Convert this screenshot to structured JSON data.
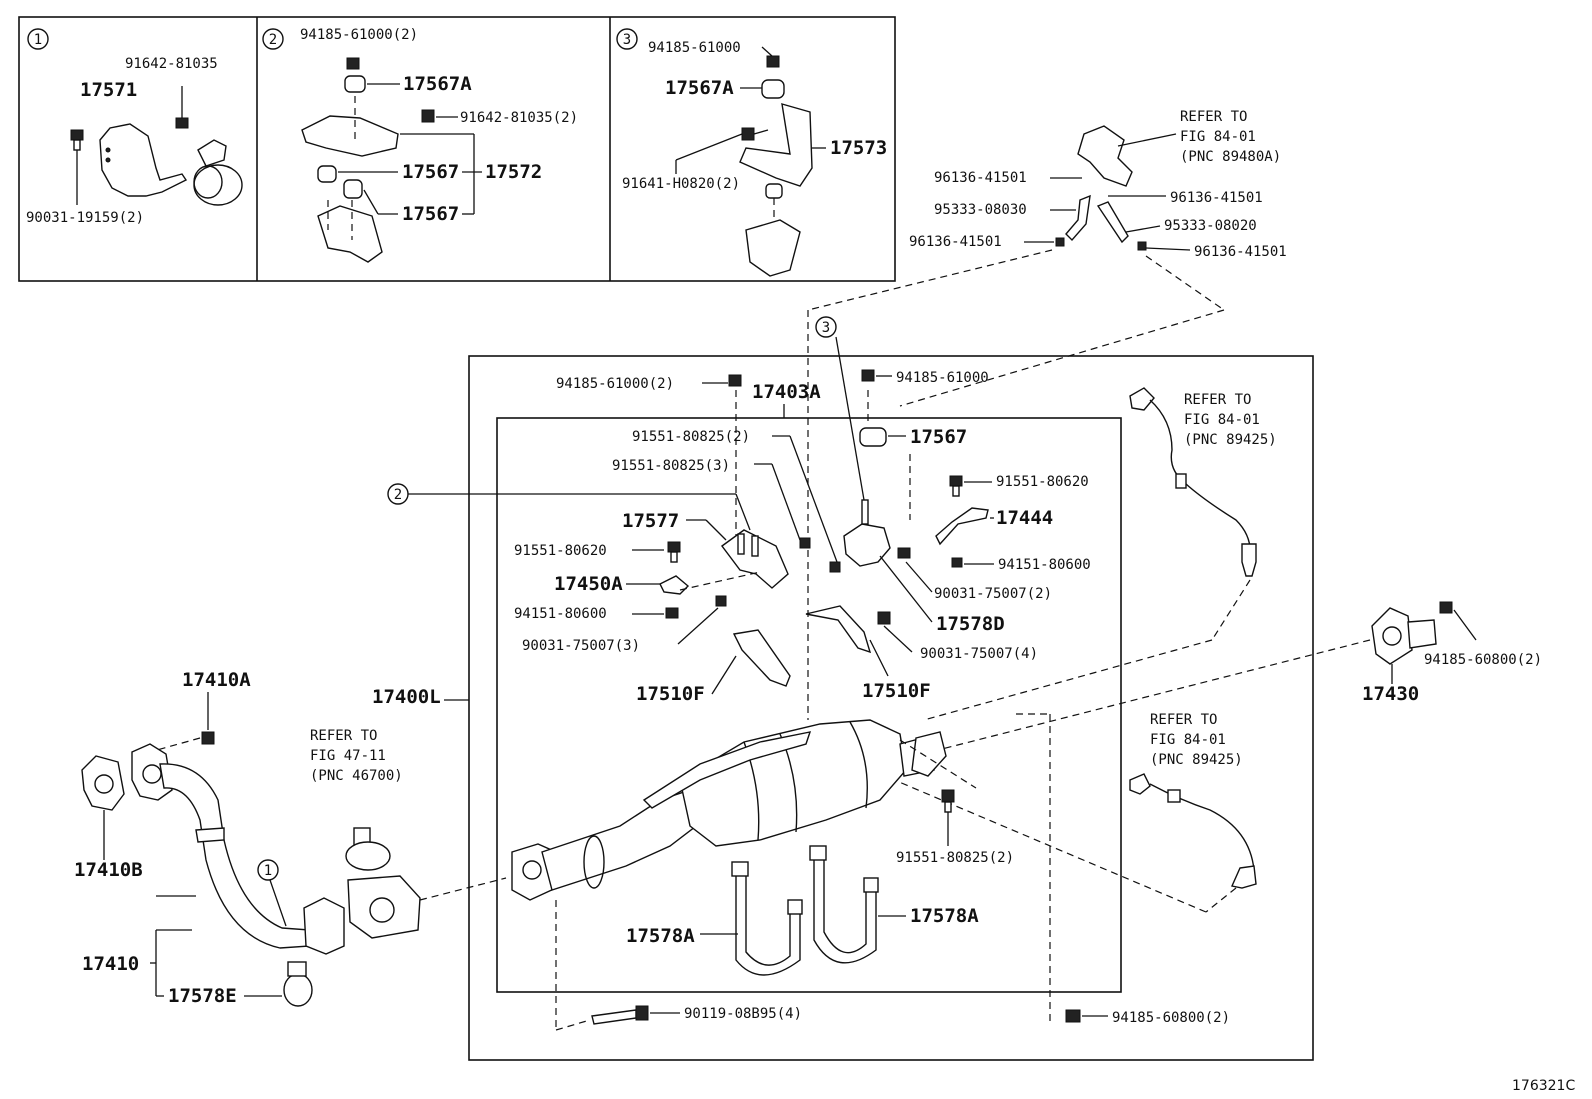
{
  "labels": {
    "c1": "1",
    "c2": "2",
    "c3": "3",
    "n91642a": "91642-81035",
    "n17571": "17571",
    "n90031a": "90031-19159(2)",
    "n94185a": "94185-61000(2)",
    "n17567A": "17567A",
    "n91642b": "91642-81035(2)",
    "n17567a": "17567",
    "n17572": "17572",
    "n17567b": "17567",
    "n94185b": "94185-61000",
    "n17567A2": "17567A",
    "n17573": "17573",
    "n91641": "91641-H0820(2)",
    "refer1a": "REFER TO",
    "refer1b": "FIG 84-01",
    "refer1c": "(PNC 89480A)",
    "n96136a": "96136-41501",
    "n96136b": "96136-41501",
    "n95333a": "95333-08030",
    "n95333b": "95333-08020",
    "n96136c": "96136-41501",
    "n96136d": "96136-41501",
    "c3b": "3",
    "n94185c": "94185-61000(2)",
    "n17403A": "17403A",
    "n94185d": "94185-61000",
    "refer2a": "REFER TO",
    "refer2b": "FIG 84-01",
    "refer2c": "(PNC 89425)",
    "n91551a": "91551-80825(2)",
    "n17567c": "17567",
    "n91551b": "91551-80825(3)",
    "n91551c": "91551-80620",
    "c2b": "2",
    "n17577": "17577",
    "n17444": "17444",
    "n91551d": "91551-80620",
    "n94151a": "94151-80600",
    "n17450A": "17450A",
    "n90031b": "90031-75007(2)",
    "n94151b": "94151-80600",
    "n17578D": "17578D",
    "n90031c": "90031-75007(3)",
    "n90031d": "90031-75007(4)",
    "n17510F1": "17510F",
    "n17510F2": "17510F",
    "n17430": "17430",
    "n94185e": "94185-60800(2)",
    "n17410A": "17410A",
    "n17400L": "17400L",
    "refer3a": "REFER TO",
    "refer3b": "FIG 47-11",
    "refer3c": "(PNC 46700)",
    "refer4a": "REFER TO",
    "refer4b": "FIG 84-01",
    "refer4c": "(PNC 89425)",
    "n17410B": "17410B",
    "c1b": "1",
    "n91551e": "91551-80825(2)",
    "n17410": "17410",
    "n17578A1": "17578A",
    "n17578A2": "17578A",
    "n17578E": "17578E",
    "n90119": "90119-08B95(4)",
    "n94185f": "94185-60800(2)",
    "figid": "176321C"
  }
}
